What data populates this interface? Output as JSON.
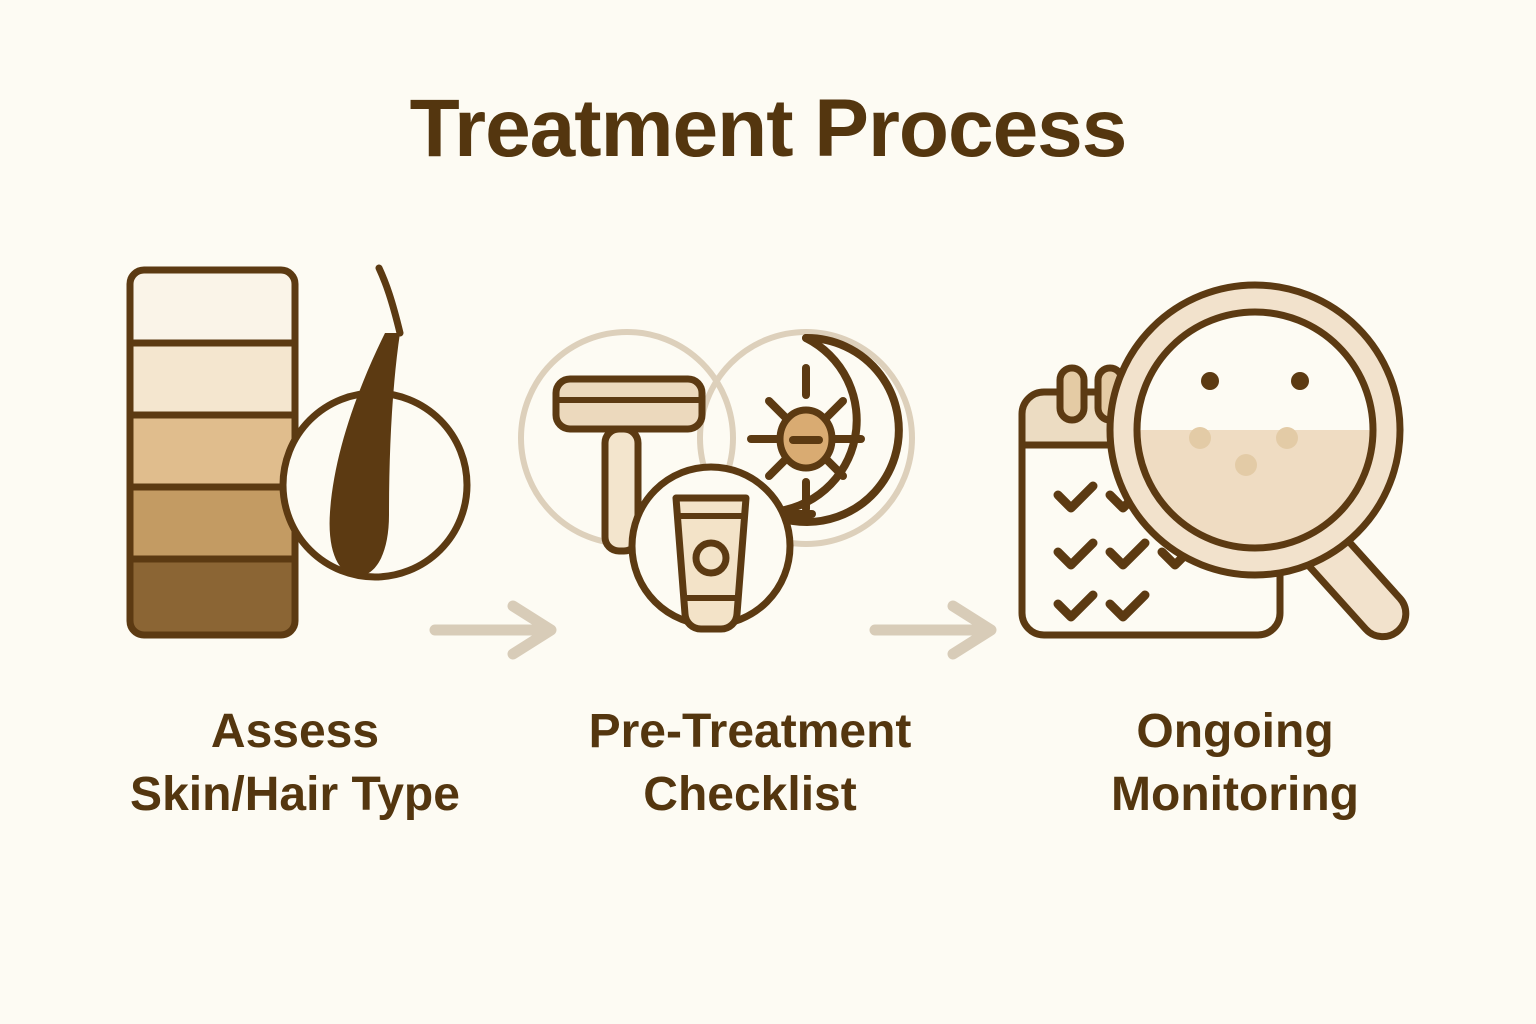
{
  "page": {
    "title": "Treatment Process",
    "background_color": "#fdfbf3",
    "ink_color": "#54360f",
    "accent_color": "#7a4a19"
  },
  "steps": [
    {
      "id": "assess-skin-hair-type",
      "label": "Assess\nSkin/Hair Type",
      "label_line_1": "Assess",
      "label_line_2": "Skin/Hair Type",
      "icons": [
        "skin-tone-scale-icon",
        "hair-follicle-icon"
      ],
      "skin_tone_swatches": [
        {
          "name": "tone-1-very-light",
          "color": "#faf4e8"
        },
        {
          "name": "tone-2-light",
          "color": "#f4e6cf"
        },
        {
          "name": "tone-3-medium-light",
          "color": "#e0bd8d"
        },
        {
          "name": "tone-4-medium",
          "color": "#c39b63"
        },
        {
          "name": "tone-5-deep",
          "color": "#8b6534"
        }
      ]
    },
    {
      "id": "pre-treatment-checklist",
      "label": "Pre-Treatment\nChecklist",
      "label_line_1": "Pre-Treatment",
      "label_line_2": "Checklist",
      "icons": [
        "razor-icon",
        "no-sun-icon",
        "lotion-tube-icon"
      ]
    },
    {
      "id": "ongoing-monitoring",
      "label": "Ongoing\nMonitoring",
      "label_line_1": "Ongoing",
      "label_line_2": "Monitoring",
      "icons": [
        "calendar-checkmarks-icon",
        "magnifier-skin-icon"
      ],
      "calendar_checkmark_rows": [
        2,
        5,
        2
      ]
    }
  ],
  "connectors": [
    {
      "name": "arrow-step1-to-step2",
      "direction": "right"
    },
    {
      "name": "arrow-step2-to-step3",
      "direction": "right"
    }
  ],
  "palette": {
    "outline": "#5c3a12",
    "outline_soft": "#6b4418",
    "fill_cream": "#f6ecd9",
    "fill_tan": "#ecd9bd",
    "fill_sand": "#d9ab72",
    "circle_ghost": "#ddd0bb",
    "arrow": "#d8ccb8",
    "white": "#fdfbf3"
  }
}
